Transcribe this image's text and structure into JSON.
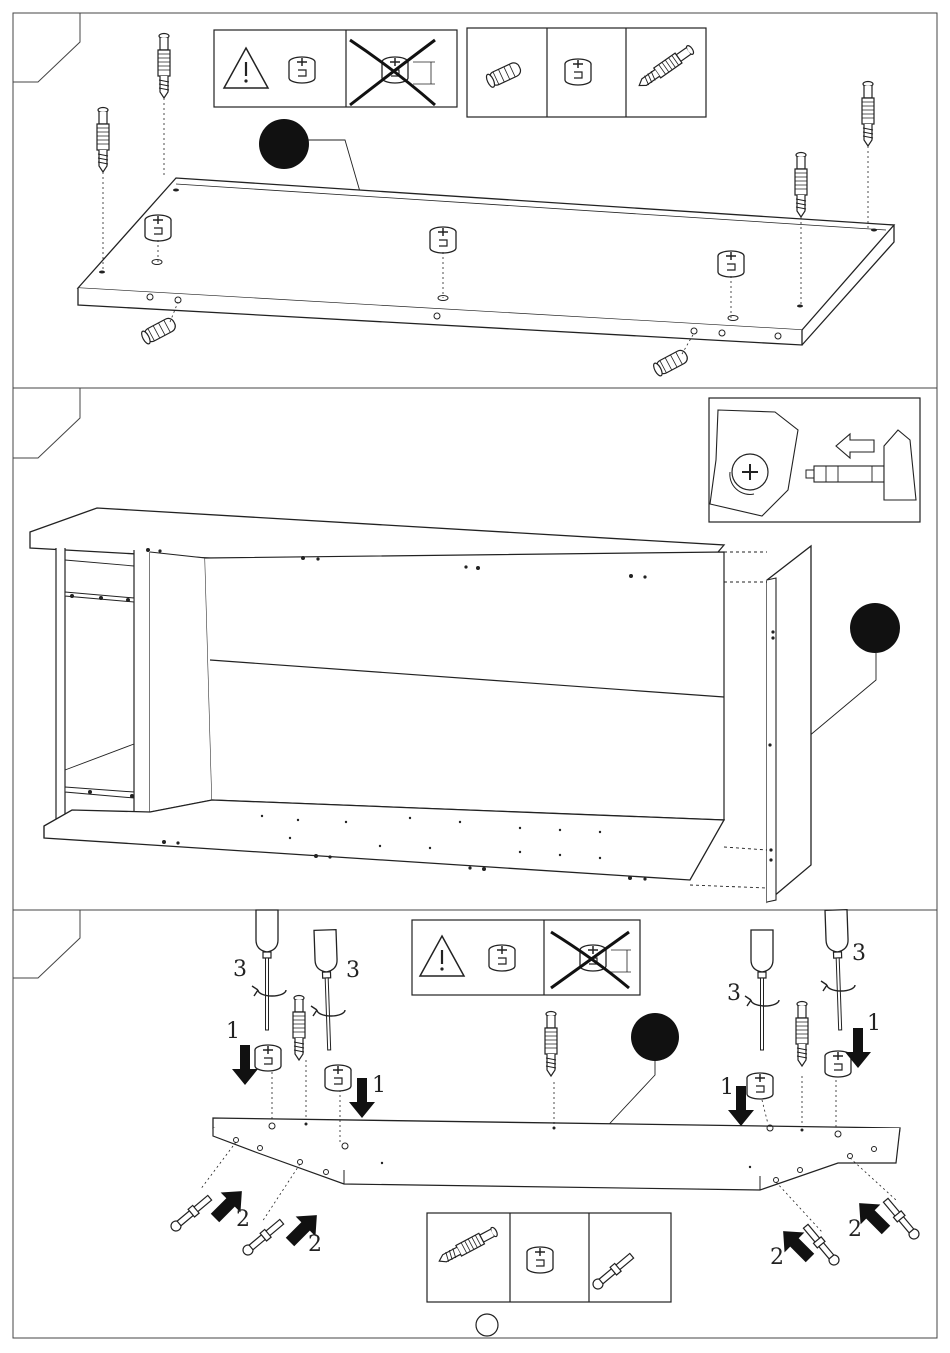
{
  "steps": [
    {
      "step_number": "",
      "part_marker": ""
    },
    {
      "step_number": "",
      "part_marker": ""
    },
    {
      "step_number": "",
      "part_marker": ""
    }
  ],
  "step3_labels": {
    "turn": "3",
    "insert": "1",
    "push": "2"
  },
  "page_number": "",
  "icons": {
    "warning": "warning-triangle-icon",
    "cam_lock": "cam-lock-icon",
    "dowel": "wooden-dowel-icon",
    "cam_screw": "cam-screw-icon",
    "cam_bolt": "cam-bolt-icon",
    "no_overtighten": "crossed-out-cam-icon",
    "screwdriver": "screwdriver-icon",
    "arrow": "push-arrow-icon"
  },
  "colors": {
    "line": "#222222",
    "marker_fill": "#111111",
    "paper": "#ffffff"
  }
}
